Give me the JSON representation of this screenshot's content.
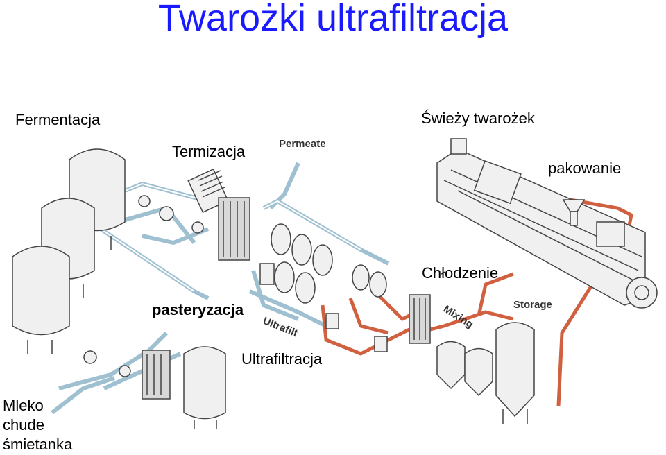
{
  "title": "Twarożki ultrafiltracja",
  "labels": {
    "fermentacja": "Fermentacja",
    "termizacja": "Termizacja",
    "swiezy_twarozek": "Świeży twarożek",
    "pakowanie": "pakowanie",
    "chlodzenie": "Chłodzenie",
    "pasteryzacja": "pasteryzacja",
    "ultrafiltracja": "Ultrafiltracja",
    "mleko": "Mleko",
    "chude": "chude",
    "smietanka": "śmietanka"
  },
  "drawing_text": {
    "permeate": "Permeate",
    "storage": "Storage",
    "mixing": "Mixing",
    "ultrafilt": "Ultrafilt"
  },
  "colors": {
    "title": "#1a1aff",
    "pipe_blue": "#9ec0d0",
    "pipe_red": "#d06040"
  }
}
